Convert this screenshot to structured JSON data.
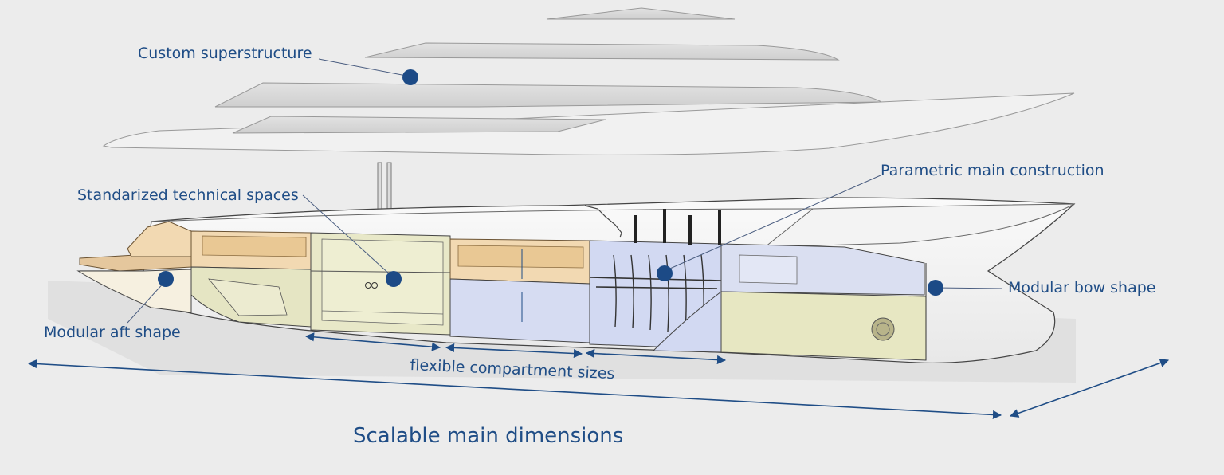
{
  "labels": {
    "custom_superstructure": "Custom superstructure",
    "standardized_technical_spaces": "Standarized technical spaces",
    "parametric_main_construction": "Parametric main construction",
    "modular_aft_shape": "Modular aft shape",
    "modular_bow_shape": "Modular bow shape",
    "flexible_compartment_sizes": "flexible compartment sizes",
    "scalable_main_dimensions": "Scalable main dimensions"
  },
  "colors": {
    "background": "#ececec",
    "label_text": "#1f4d86",
    "marker": "#1c4a86",
    "hull": "#f6f6f6",
    "engine_room": "#e7e7c6",
    "tank_orange": "#f2d9b2",
    "blue_compartment": "#d6dcf2",
    "outline": "#2b2b2b"
  }
}
